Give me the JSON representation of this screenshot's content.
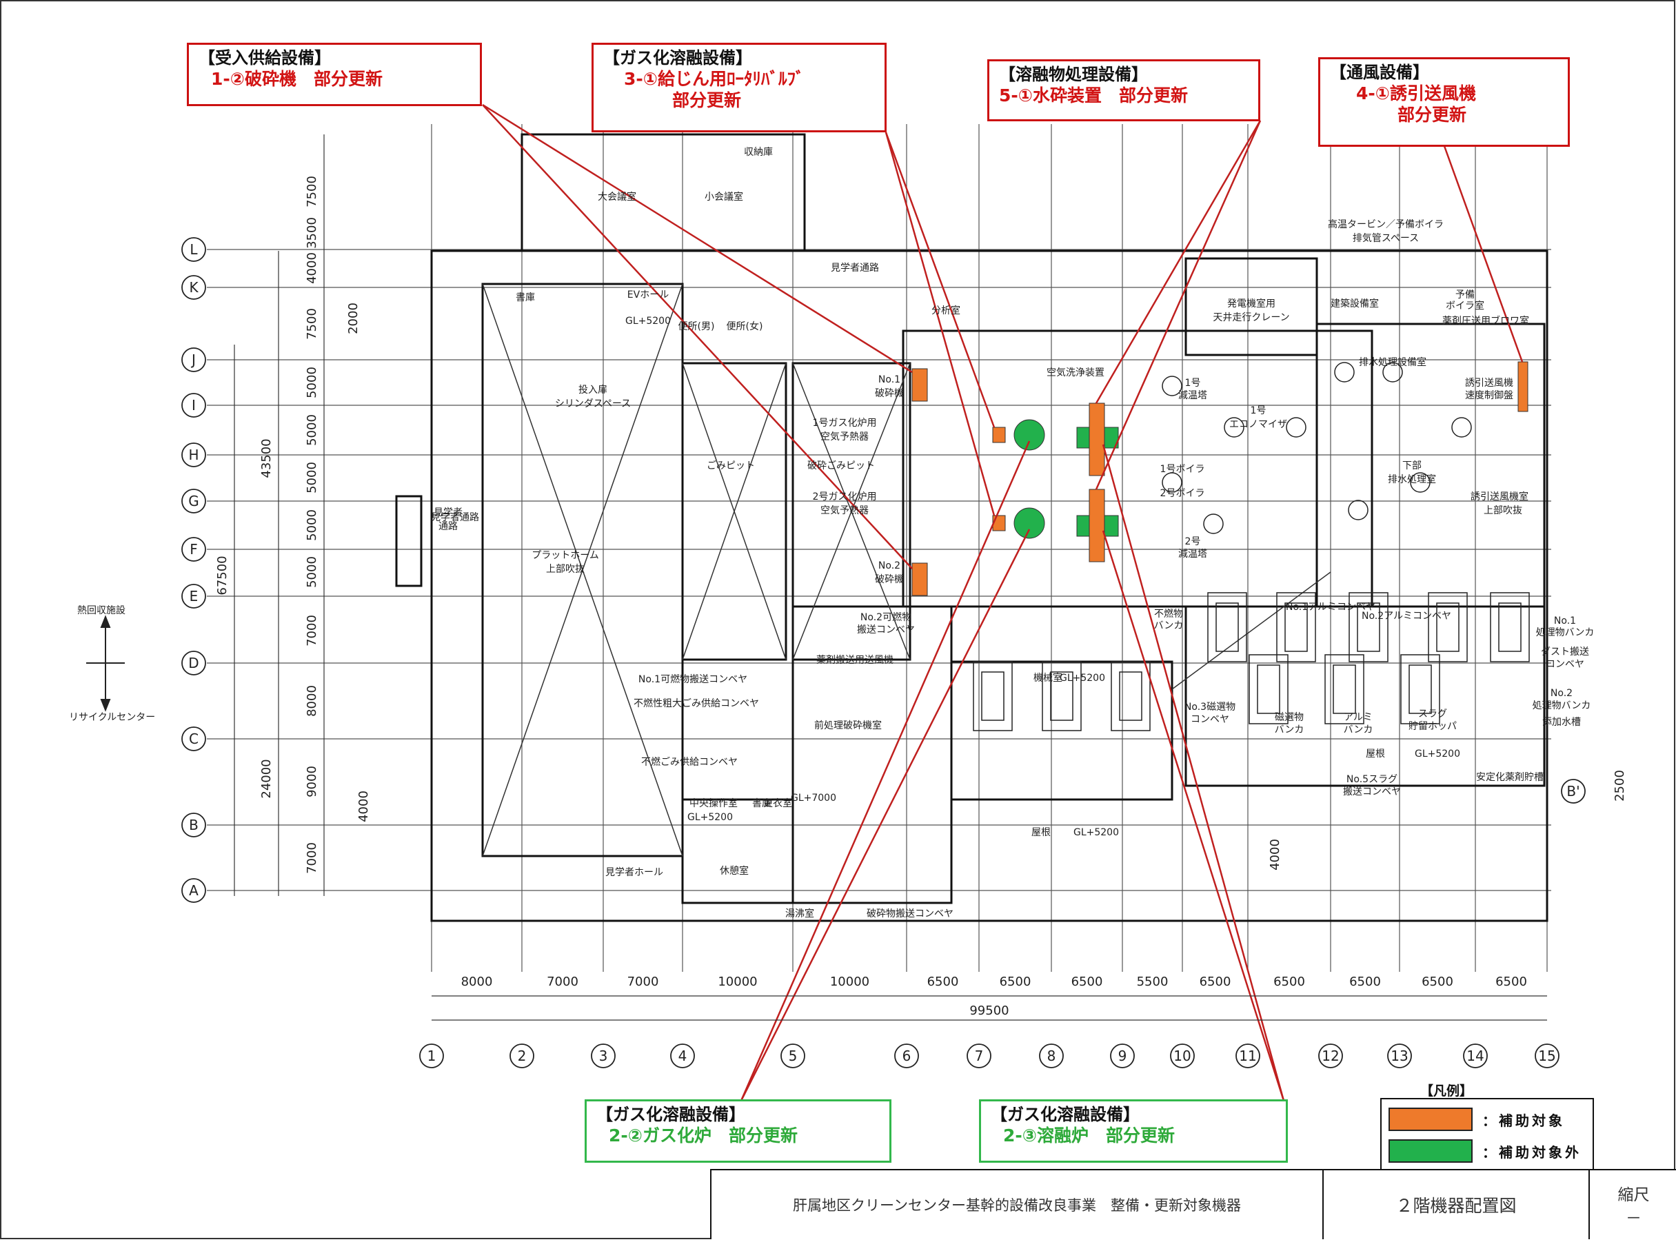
{
  "callouts": [
    {
      "id": "c1",
      "head": "【受入供給設備】",
      "lines": [
        "1-②破砕機　部分更新"
      ],
      "color": "red"
    },
    {
      "id": "c2",
      "head": "【ガス化溶融設備】",
      "lines": [
        "3-①給じん用ﾛｰﾀﾘﾊﾞﾙﾌﾞ",
        "部分更新"
      ],
      "color": "red"
    },
    {
      "id": "c3",
      "head": "【溶融物処理設備】",
      "lines": [
        "5-①水砕装置　部分更新"
      ],
      "color": "red"
    },
    {
      "id": "c4",
      "head": "【通風設備】",
      "lines": [
        "4-①誘引送風機",
        "部分更新"
      ],
      "color": "red"
    },
    {
      "id": "c5",
      "head": "【ガス化溶融設備】",
      "lines": [
        "2-②ガス化炉　部分更新"
      ],
      "color": "green"
    },
    {
      "id": "c6",
      "head": "【ガス化溶融設備】",
      "lines": [
        "2-③溶融炉　部分更新"
      ],
      "color": "green"
    }
  ],
  "legend": {
    "title": "【凡例】",
    "items": [
      {
        "label": "：補助対象",
        "color": "#ee7a2b"
      },
      {
        "label": "：補助対象外",
        "color": "#22b14c"
      }
    ]
  },
  "title_block": {
    "project": "肝属地区クリーンセンター基幹的設備改良事業　整備・更新対象機器",
    "drawing": "２階機器配置図",
    "scale_label": "縮尺",
    "scale_value": "－"
  },
  "grid": {
    "columns": [
      "1",
      "2",
      "3",
      "4",
      "5",
      "6",
      "7",
      "8",
      "9",
      "10",
      "11",
      "12",
      "13",
      "14",
      "15"
    ],
    "rows": [
      "L",
      "K",
      "J",
      "I",
      "H",
      "G",
      "F",
      "E",
      "D",
      "C",
      "B",
      "A"
    ],
    "b_prime": "B'"
  },
  "dimensions": {
    "bottom": [
      "8000",
      "7000",
      "7000",
      "10000",
      "10000",
      "6500",
      "6500",
      "6500",
      "5500",
      "6500",
      "6500",
      "6500",
      "6500",
      "6500"
    ],
    "total_width": "99500",
    "left_rows": [
      "7500",
      "3500",
      "4000",
      "7500",
      "5000",
      "5000",
      "5000",
      "5000",
      "5000",
      "7000",
      "8000",
      "9000",
      "7000"
    ],
    "left_43500": "43500",
    "left_67500": "67500",
    "left_24000": "24000",
    "d2000": "2000",
    "d4000": "4000",
    "d4000b": "4000",
    "d2500": "2500"
  },
  "orientation": {
    "north": "熱回収施設",
    "south": "リサイクルセンター"
  },
  "rooms": {
    "r1": "大会議室",
    "r2": "小会議室",
    "r3": "収納庫",
    "r4": "見学者通路",
    "r5": "書庫",
    "r6": "EVホール",
    "r7": "GL+5200",
    "r8": "便所(男)",
    "r9": "便所(女)",
    "r10": "投入扉",
    "r11": "シリンダスペース",
    "r12": "ごみピット",
    "r13": "破砕ごみピット",
    "r14": "プラットホーム",
    "r15": "上部吹抜",
    "r16": "見学者通路",
    "r17": "No.1",
    "r18": "破砕機",
    "r19": "No.2",
    "r20": "破砕機",
    "r21": "1号ガス化炉用",
    "r22": "空気予熱器",
    "r23": "2号ガス化炉用",
    "r24": "空気予熱器",
    "r25": "分析室",
    "r26": "空気洗浄装置",
    "r27": "発電機室用",
    "r28": "天井走行クレーン",
    "r29": "建築設備室",
    "r30": "薬剤圧送用ブロワ室",
    "r31": "高温タービン／予備ボイラ",
    "r32": "排気管スペース",
    "r33": "予備",
    "r34": "ボイラ室",
    "r35": "1号",
    "r36": "減温塔",
    "r37": "1号ボイラ",
    "r38": "1号",
    "r39": "エコノマイザ",
    "r40": "2号ボイラ",
    "r41": "2号",
    "r42": "減温塔",
    "r43": "排水処理設備室",
    "r44": "誘引送風機",
    "r45": "速度制御盤",
    "r46": "下部",
    "r47": "排水処理室",
    "r48": "誘引送風機室",
    "r49": "上部吹抜",
    "r50": "No.2可燃物",
    "r51": "搬送コンベヤ",
    "r52": "薬剤搬送用送風機",
    "r53": "No.1可燃物搬送コンベヤ",
    "r54": "不燃性粗大ごみ供給コンベヤ",
    "r55": "前処理破砕機室",
    "r56": "不燃ごみ供給コンベヤ",
    "r57": "中央操作室",
    "r58": "書庫",
    "r59": "更衣室",
    "r60": "GL+5200",
    "r61": "見学者ホール",
    "r62": "休憩室",
    "r63": "湯沸室",
    "r64": "破砕物搬送コンベヤ",
    "r65": "機械室",
    "r66": "GL+5200",
    "r67": "屋根",
    "r68": "GL+5200",
    "r69": "No.3磁選物",
    "r70": "コンベヤ",
    "r71": "不燃物",
    "r72": "バンカ",
    "r73": "No.1アルミコンベヤ",
    "r74": "No.2アルミコンベヤ",
    "r75": "No.1",
    "r76": "処理物バンカ",
    "r77": "ダスト搬送",
    "r78": "コンベヤ",
    "r79": "No.2",
    "r80": "処理物バンカ",
    "r81": "添加水槽",
    "r82": "磁選物",
    "r83": "バンカ",
    "r84": "アルミ",
    "r85": "バンカ",
    "r86": "スラグ",
    "r87": "貯留ホッパ",
    "r88": "屋根",
    "r89": "GL+5200",
    "r90": "No.5スラグ",
    "r91": "搬送コンベヤ",
    "r92": "安定化薬剤貯槽",
    "r93": "GL+7000",
    "r94": "見学者",
    "r95": "通路"
  }
}
